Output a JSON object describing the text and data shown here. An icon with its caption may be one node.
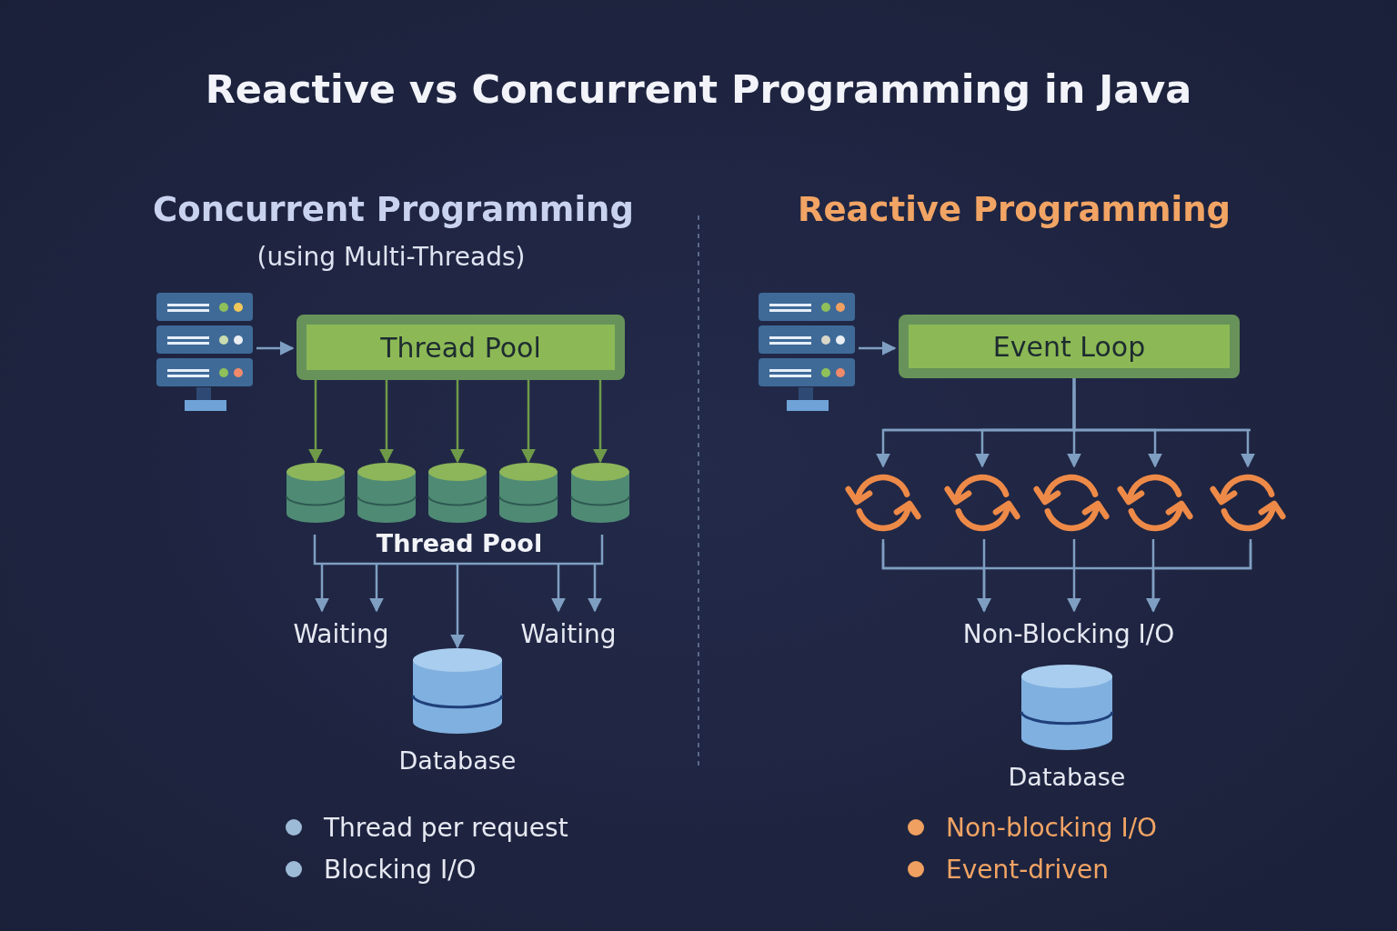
{
  "diagram": {
    "title": "Reactive vs Concurrent Programming in Java",
    "nodes": [
      {
        "text": [],
        "shape": "server"
      },
      {
        "text": [
          "Thread Pool"
        ]
      },
      {
        "text": [],
        "shape": "cylinder"
      },
      {
        "text": [],
        "shape": "cylinder"
      },
      {
        "text": [],
        "shape": "cylinder"
      },
      {
        "text": [],
        "shape": "cylinder"
      },
      {
        "text": [],
        "shape": "cylinder"
      },
      {
        "text": [
          "Thread Pool"
        ]
      },
      {
        "text": [
          "Waiting"
        ]
      },
      {
        "text": [
          "Waiting"
        ]
      },
      {
        "text": [],
        "shape": "cylinder",
        "beside": [
          "Database"
        ]
      },
      {
        "text": [],
        "shape": "server"
      },
      {
        "text": [
          "Event Loop"
        ]
      },
      {
        "text": [],
        "shape": "cycle"
      },
      {
        "text": [],
        "shape": "cycle"
      },
      {
        "text": [],
        "shape": "cycle"
      },
      {
        "text": [],
        "shape": "cycle"
      },
      {
        "text": [],
        "shape": "cycle"
      },
      {
        "text": [
          "Non-Blocking I/O"
        ]
      },
      {
        "text": [],
        "shape": "cylinder",
        "beside": [
          "Database"
        ]
      }
    ],
    "edges": [
      {
        "from": 0,
        "to": 1,
        "arrow": "to"
      },
      {
        "from": 1,
        "to": 2,
        "arrow": "to",
        "color": "#6f9a48"
      },
      {
        "from": 1,
        "to": 3,
        "arrow": "to",
        "color": "#6f9a48"
      },
      {
        "from": 1,
        "to": 4,
        "arrow": "to",
        "color": "#6f9a48"
      },
      {
        "from": 1,
        "to": 5,
        "arrow": "to",
        "color": "#6f9a48"
      },
      {
        "from": 1,
        "to": 6,
        "arrow": "to",
        "color": "#6f9a48"
      },
      {
        "from": 7,
        "to": 8,
        "arrow": "to"
      },
      {
        "from": 7,
        "to": 8,
        "arrow": "to"
      },
      {
        "from": 7,
        "to": 10,
        "arrow": "to"
      },
      {
        "from": 7,
        "to": 9,
        "arrow": "to"
      },
      {
        "from": 7,
        "to": 9,
        "arrow": "to"
      },
      {
        "from": 11,
        "to": 12,
        "arrow": "to"
      },
      {
        "from": 12,
        "to": 13,
        "arrow": "to"
      },
      {
        "from": 12,
        "to": 14,
        "arrow": "to"
      },
      {
        "from": 12,
        "to": 15,
        "arrow": "to"
      },
      {
        "from": 12,
        "to": 16,
        "arrow": "to"
      },
      {
        "from": 12,
        "to": 17,
        "arrow": "to"
      },
      {
        "from": 13,
        "to": 18,
        "arrow": "to"
      },
      {
        "from": 14,
        "to": 18,
        "arrow": "to"
      },
      {
        "from": 15,
        "to": 18,
        "arrow": "to"
      },
      {
        "from": 16,
        "to": 18,
        "arrow": "to"
      },
      {
        "from": 17,
        "to": 18,
        "arrow": "to"
      }
    ],
    "labels": [
      "Concurrent Programming",
      "(using Multi-Threads)",
      "Reactive Programming",
      "Thread per request",
      "Blocking I/O",
      "Non-blocking I/O",
      "Event-driven"
    ]
  }
}
